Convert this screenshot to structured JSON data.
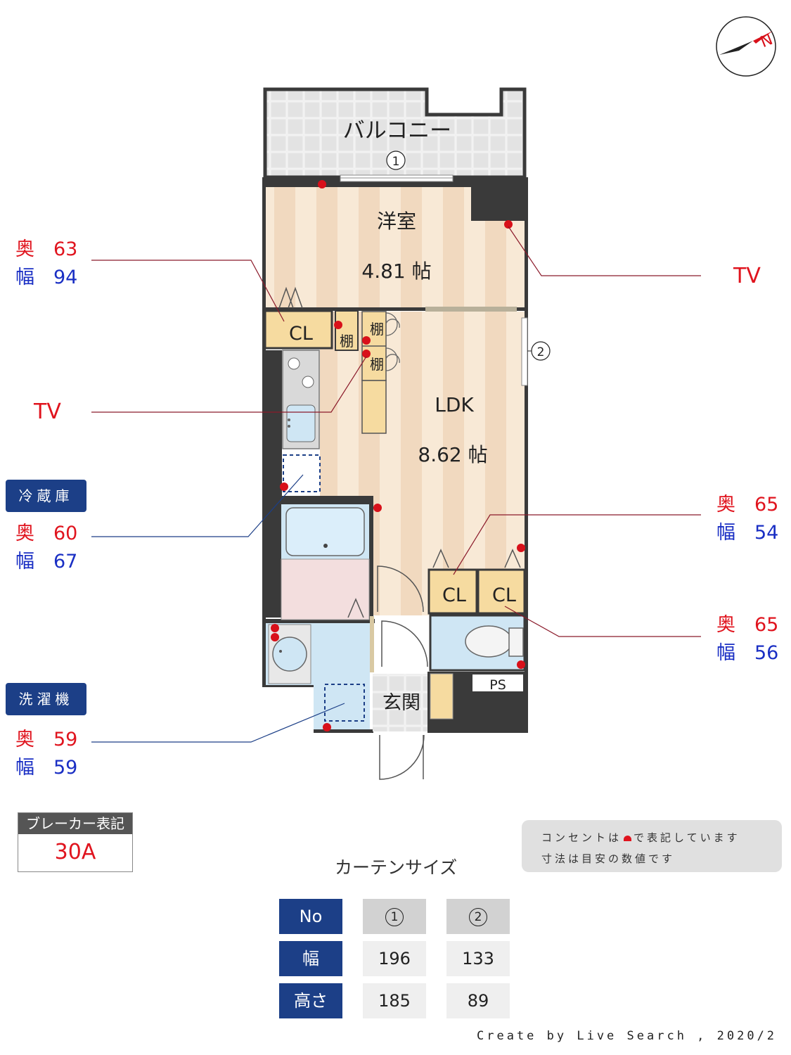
{
  "rooms": {
    "balcony": "バルコニー",
    "western_room": "洋室",
    "western_room_size": "4.81 帖",
    "ldk": "LDK",
    "ldk_size": "8.62 帖",
    "entrance": "玄関",
    "ps": "PS",
    "cl": "CL",
    "shelf": "棚"
  },
  "window_markers": [
    "1",
    "2"
  ],
  "annotations": {
    "tv_right": "TV",
    "tv_left": "TV",
    "cl_left": {
      "depth_label": "奥",
      "depth": "63",
      "width_label": "幅",
      "width": "94"
    },
    "fridge": {
      "title": "冷蔵庫",
      "depth_label": "奥",
      "depth": "60",
      "width_label": "幅",
      "width": "67"
    },
    "washer": {
      "title": "洗濯機",
      "depth_label": "奥",
      "depth": "59",
      "width_label": "幅",
      "width": "59"
    },
    "cl_right_a": {
      "depth_label": "奥",
      "depth": "65",
      "width_label": "幅",
      "width": "54"
    },
    "cl_right_b": {
      "depth_label": "奥",
      "depth": "65",
      "width_label": "幅",
      "width": "56"
    }
  },
  "breaker": {
    "label": "ブレーカー表記",
    "value": "30A"
  },
  "note": {
    "line1_before": "コンセントは",
    "line1_after": "で表記しています",
    "line2": "寸法は目安の数値です"
  },
  "curtain": {
    "title": "カーテンサイズ",
    "header": [
      "No",
      "1",
      "2"
    ],
    "rows": [
      {
        "label": "幅",
        "values": [
          "196",
          "133"
        ]
      },
      {
        "label": "高さ",
        "values": [
          "185",
          "89"
        ]
      }
    ]
  },
  "compass_letter": "N",
  "credit": "Create by Live Search , 2020/2",
  "colors": {
    "wall": "#3a3a3a",
    "floor_light": "#f7e7d3",
    "floor_stripe": "#efd6bb",
    "closet": "#f6dba0",
    "wet_area": "#cfe6f4",
    "outlet": "#d8101a",
    "label_blue": "#1c3f87",
    "red_text": "#e0141e",
    "blue_text": "#1a2fc4"
  }
}
